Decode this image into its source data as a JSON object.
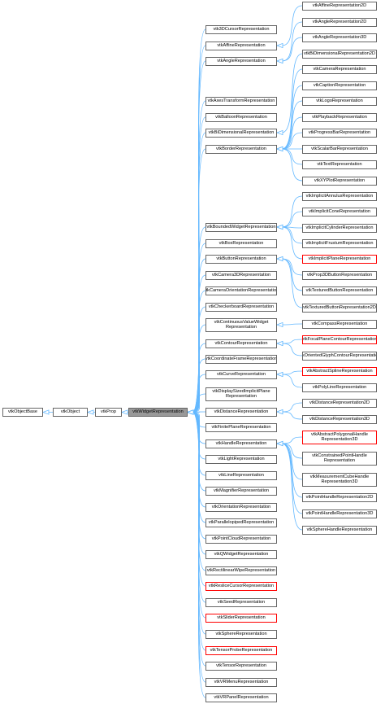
{
  "colors": {
    "edge": "#63b8ff",
    "box_border": "#666666",
    "highlight_fill": "#999999",
    "truncated_border": "#ff0000"
  },
  "nodes": [
    {
      "id": "vtkObjectBase",
      "label": "vtkObjectBase"
    },
    {
      "id": "vtkObject",
      "label": "vtkObject"
    },
    {
      "id": "vtkProp",
      "label": "vtkProp"
    },
    {
      "id": "vtkWidgetRepresentation",
      "label": "vtkWidgetRepresentation",
      "highlight": true
    },
    {
      "id": "vtk3DCursorRepresentation",
      "label": "vtk3DCursorRepresentation"
    },
    {
      "id": "vtkAffineRepresentation",
      "label": "vtkAffineRepresentation"
    },
    {
      "id": "vtkAngleRepresentation",
      "label": "vtkAngleRepresentation"
    },
    {
      "id": "vtkAxesTransformRepresentation",
      "label": "vtkAxesTransformRepresentation"
    },
    {
      "id": "vtkBalloonRepresentation",
      "label": "vtkBalloonRepresentation"
    },
    {
      "id": "vtkBiDimensionalRepresentation",
      "label": "vtkBiDimensionalRepresentation"
    },
    {
      "id": "vtkBorderRepresentation",
      "label": "vtkBorderRepresentation"
    },
    {
      "id": "vtkBoundedWidgetRepresentation",
      "label": "vtkBoundedWidgetRepresentation"
    },
    {
      "id": "vtkBoxRepresentation",
      "label": "vtkBoxRepresentation"
    },
    {
      "id": "vtkButtonRepresentation",
      "label": "vtkButtonRepresentation"
    },
    {
      "id": "vtkCamera3DRepresentation",
      "label": "vtkCamera3DRepresentation"
    },
    {
      "id": "vtkCameraOrientationRepresentation",
      "label": "vtkCameraOrientationRepresentation"
    },
    {
      "id": "vtkCheckerboardRepresentation",
      "label": "vtkCheckerboardRepresentation"
    },
    {
      "id": "vtkContinuousValueWidgetRepresentation",
      "label": "vtkContinuousValueWidget Representation"
    },
    {
      "id": "vtkContourRepresentation",
      "label": "vtkContourRepresentation"
    },
    {
      "id": "vtkCoordinateFrameRepresentation",
      "label": "vtkCoordinateFrameRepresentation"
    },
    {
      "id": "vtkCurveRepresentation",
      "label": "vtkCurveRepresentation"
    },
    {
      "id": "vtkDisplaySizedImplicitPlaneRepresentation",
      "label": "vtkDisplaySizedImplicitPlane Representation"
    },
    {
      "id": "vtkDistanceRepresentation",
      "label": "vtkDistanceRepresentation"
    },
    {
      "id": "vtkFinitePlaneRepresentation",
      "label": "vtkFinitePlaneRepresentation"
    },
    {
      "id": "vtkHandleRepresentation",
      "label": "vtkHandleRepresentation"
    },
    {
      "id": "vtkLightRepresentation",
      "label": "vtkLightRepresentation"
    },
    {
      "id": "vtkLineRepresentation",
      "label": "vtkLineRepresentation"
    },
    {
      "id": "vtkMagnifierRepresentation",
      "label": "vtkMagnifierRepresentation"
    },
    {
      "id": "vtkOrientationRepresentation",
      "label": "vtkOrientationRepresentation"
    },
    {
      "id": "vtkParallelopipedRepresentation",
      "label": "vtkParallelopipedRepresentation"
    },
    {
      "id": "vtkPointCloudRepresentation",
      "label": "vtkPointCloudRepresentation"
    },
    {
      "id": "vtkQWidgetRepresentation",
      "label": "vtkQWidgetRepresentation"
    },
    {
      "id": "vtkRectilinearWipeRepresentation",
      "label": "vtkRectilinearWipeRepresentation"
    },
    {
      "id": "vtkResliceCursorRepresentation",
      "label": "vtkResliceCursorRepresentation",
      "truncated": true
    },
    {
      "id": "vtkSeedRepresentation",
      "label": "vtkSeedRepresentation"
    },
    {
      "id": "vtkSliderRepresentation",
      "label": "vtkSliderRepresentation",
      "truncated": true
    },
    {
      "id": "vtkSphereRepresentation",
      "label": "vtkSphereRepresentation"
    },
    {
      "id": "vtkTensorProbeRepresentation",
      "label": "vtkTensorProbeRepresentation",
      "truncated": true
    },
    {
      "id": "vtkTensorRepresentation",
      "label": "vtkTensorRepresentation"
    },
    {
      "id": "vtkVRMenuRepresentation",
      "label": "vtkVRMenuRepresentation"
    },
    {
      "id": "vtkVRPanelRepresentation",
      "label": "vtkVRPanelRepresentation"
    },
    {
      "id": "vtkAffineRepresentation2D",
      "label": "vtkAffineRepresentation2D"
    },
    {
      "id": "vtkAngleRepresentation2D",
      "label": "vtkAngleRepresentation2D"
    },
    {
      "id": "vtkAngleRepresentation3D",
      "label": "vtkAngleRepresentation3D"
    },
    {
      "id": "vtkBiDimensionalRepresentation2D",
      "label": "vtkBiDimensionalRepresentation2D"
    },
    {
      "id": "vtkCameraRepresentation",
      "label": "vtkCameraRepresentation"
    },
    {
      "id": "vtkCaptionRepresentation",
      "label": "vtkCaptionRepresentation"
    },
    {
      "id": "vtkLogoRepresentation",
      "label": "vtkLogoRepresentation"
    },
    {
      "id": "vtkPlaybackRepresentation",
      "label": "vtkPlaybackRepresentation"
    },
    {
      "id": "vtkProgressBarRepresentation",
      "label": "vtkProgressBarRepresentation"
    },
    {
      "id": "vtkScalarBarRepresentation",
      "label": "vtkScalarBarRepresentation"
    },
    {
      "id": "vtkTextRepresentation",
      "label": "vtkTextRepresentation"
    },
    {
      "id": "vtkXYPlotRepresentation",
      "label": "vtkXYPlotRepresentation"
    },
    {
      "id": "vtkImplicitAnnulusRepresentation",
      "label": "vtkImplicitAnnulusRepresentation"
    },
    {
      "id": "vtkImplicitConeRepresentation",
      "label": "vtkImplicitConeRepresentation"
    },
    {
      "id": "vtkImplicitCylinderRepresentation",
      "label": "vtkImplicitCylinderRepresentation"
    },
    {
      "id": "vtkImplicitFrustumRepresentation",
      "label": "vtkImplicitFrustumRepresentation"
    },
    {
      "id": "vtkImplicitPlaneRepresentation",
      "label": "vtkImplicitPlaneRepresentation",
      "truncated": true
    },
    {
      "id": "vtkProp3DButtonRepresentation",
      "label": "vtkProp3DButtonRepresentation"
    },
    {
      "id": "vtkTexturedButtonRepresentation",
      "label": "vtkTexturedButtonRepresentation"
    },
    {
      "id": "vtkTexturedButtonRepresentation2D",
      "label": "vtkTexturedButtonRepresentation2D"
    },
    {
      "id": "vtkCompassRepresentation",
      "label": "vtkCompassRepresentation"
    },
    {
      "id": "vtkFocalPlaneContourRepresentation",
      "label": "vtkFocalPlaneContourRepresentation",
      "truncated": true
    },
    {
      "id": "vtkOrientedGlyphContourRepresentation",
      "label": "vtkOrientedGlyphContourRepresentation"
    },
    {
      "id": "vtkAbstractSplineRepresentation",
      "label": "vtkAbstractSplineRepresentation",
      "truncated": true
    },
    {
      "id": "vtkPolyLineRepresentation",
      "label": "vtkPolyLineRepresentation"
    },
    {
      "id": "vtkDistanceRepresentation2D",
      "label": "vtkDistanceRepresentation2D"
    },
    {
      "id": "vtkDistanceRepresentation3D",
      "label": "vtkDistanceRepresentation3D"
    },
    {
      "id": "vtkAbstractPolygonalHandleRepresentation3D",
      "label": "vtkAbstractPolygonalHandle Representation3D",
      "truncated": true
    },
    {
      "id": "vtkConstrainedPointHandleRepresentation",
      "label": "vtkConstrainedPointHandle Representation"
    },
    {
      "id": "vtkMeasurementCubeHandleRepresentation3D",
      "label": "vtkMeasurementCubeHandle Representation3D"
    },
    {
      "id": "vtkPointHandleRepresentation2D",
      "label": "vtkPointHandleRepresentation2D"
    },
    {
      "id": "vtkPointHandleRepresentation3D",
      "label": "vtkPointHandleRepresentation3D"
    },
    {
      "id": "vtkSphereHandleRepresentation",
      "label": "vtkSphereHandleRepresentation"
    }
  ],
  "edges": [
    [
      "vtkObjectBase",
      "vtkObject"
    ],
    [
      "vtkObject",
      "vtkProp"
    ],
    [
      "vtkProp",
      "vtkWidgetRepresentation"
    ],
    [
      "vtkWidgetRepresentation",
      "vtk3DCursorRepresentation"
    ],
    [
      "vtkWidgetRepresentation",
      "vtkAffineRepresentation"
    ],
    [
      "vtkWidgetRepresentation",
      "vtkAngleRepresentation"
    ],
    [
      "vtkWidgetRepresentation",
      "vtkAxesTransformRepresentation"
    ],
    [
      "vtkWidgetRepresentation",
      "vtkBalloonRepresentation"
    ],
    [
      "vtkWidgetRepresentation",
      "vtkBiDimensionalRepresentation"
    ],
    [
      "vtkWidgetRepresentation",
      "vtkBorderRepresentation"
    ],
    [
      "vtkWidgetRepresentation",
      "vtkBoundedWidgetRepresentation"
    ],
    [
      "vtkWidgetRepresentation",
      "vtkBoxRepresentation"
    ],
    [
      "vtkWidgetRepresentation",
      "vtkButtonRepresentation"
    ],
    [
      "vtkWidgetRepresentation",
      "vtkCamera3DRepresentation"
    ],
    [
      "vtkWidgetRepresentation",
      "vtkCameraOrientationRepresentation"
    ],
    [
      "vtkWidgetRepresentation",
      "vtkCheckerboardRepresentation"
    ],
    [
      "vtkWidgetRepresentation",
      "vtkContinuousValueWidgetRepresentation"
    ],
    [
      "vtkWidgetRepresentation",
      "vtkContourRepresentation"
    ],
    [
      "vtkWidgetRepresentation",
      "vtkCoordinateFrameRepresentation"
    ],
    [
      "vtkWidgetRepresentation",
      "vtkCurveRepresentation"
    ],
    [
      "vtkWidgetRepresentation",
      "vtkDisplaySizedImplicitPlaneRepresentation"
    ],
    [
      "vtkWidgetRepresentation",
      "vtkDistanceRepresentation"
    ],
    [
      "vtkWidgetRepresentation",
      "vtkFinitePlaneRepresentation"
    ],
    [
      "vtkWidgetRepresentation",
      "vtkHandleRepresentation"
    ],
    [
      "vtkWidgetRepresentation",
      "vtkLightRepresentation"
    ],
    [
      "vtkWidgetRepresentation",
      "vtkLineRepresentation"
    ],
    [
      "vtkWidgetRepresentation",
      "vtkMagnifierRepresentation"
    ],
    [
      "vtkWidgetRepresentation",
      "vtkOrientationRepresentation"
    ],
    [
      "vtkWidgetRepresentation",
      "vtkParallelopipedRepresentation"
    ],
    [
      "vtkWidgetRepresentation",
      "vtkPointCloudRepresentation"
    ],
    [
      "vtkWidgetRepresentation",
      "vtkQWidgetRepresentation"
    ],
    [
      "vtkWidgetRepresentation",
      "vtkRectilinearWipeRepresentation"
    ],
    [
      "vtkWidgetRepresentation",
      "vtkResliceCursorRepresentation"
    ],
    [
      "vtkWidgetRepresentation",
      "vtkSeedRepresentation"
    ],
    [
      "vtkWidgetRepresentation",
      "vtkSliderRepresentation"
    ],
    [
      "vtkWidgetRepresentation",
      "vtkSphereRepresentation"
    ],
    [
      "vtkWidgetRepresentation",
      "vtkTensorProbeRepresentation"
    ],
    [
      "vtkWidgetRepresentation",
      "vtkTensorRepresentation"
    ],
    [
      "vtkWidgetRepresentation",
      "vtkVRMenuRepresentation"
    ],
    [
      "vtkWidgetRepresentation",
      "vtkVRPanelRepresentation"
    ],
    [
      "vtkAffineRepresentation",
      "vtkAffineRepresentation2D"
    ],
    [
      "vtkAngleRepresentation",
      "vtkAngleRepresentation2D"
    ],
    [
      "vtkAngleRepresentation",
      "vtkAngleRepresentation3D"
    ],
    [
      "vtkBiDimensionalRepresentation",
      "vtkBiDimensionalRepresentation2D"
    ],
    [
      "vtkBorderRepresentation",
      "vtkCameraRepresentation"
    ],
    [
      "vtkBorderRepresentation",
      "vtkCaptionRepresentation"
    ],
    [
      "vtkBorderRepresentation",
      "vtkLogoRepresentation"
    ],
    [
      "vtkBorderRepresentation",
      "vtkPlaybackRepresentation"
    ],
    [
      "vtkBorderRepresentation",
      "vtkProgressBarRepresentation"
    ],
    [
      "vtkBorderRepresentation",
      "vtkScalarBarRepresentation"
    ],
    [
      "vtkBorderRepresentation",
      "vtkTextRepresentation"
    ],
    [
      "vtkBorderRepresentation",
      "vtkXYPlotRepresentation"
    ],
    [
      "vtkBoundedWidgetRepresentation",
      "vtkImplicitAnnulusRepresentation"
    ],
    [
      "vtkBoundedWidgetRepresentation",
      "vtkImplicitConeRepresentation"
    ],
    [
      "vtkBoundedWidgetRepresentation",
      "vtkImplicitCylinderRepresentation"
    ],
    [
      "vtkBoundedWidgetRepresentation",
      "vtkImplicitFrustumRepresentation"
    ],
    [
      "vtkBoundedWidgetRepresentation",
      "vtkImplicitPlaneRepresentation"
    ],
    [
      "vtkButtonRepresentation",
      "vtkProp3DButtonRepresentation"
    ],
    [
      "vtkButtonRepresentation",
      "vtkTexturedButtonRepresentation"
    ],
    [
      "vtkButtonRepresentation",
      "vtkTexturedButtonRepresentation2D"
    ],
    [
      "vtkContinuousValueWidgetRepresentation",
      "vtkCompassRepresentation"
    ],
    [
      "vtkContourRepresentation",
      "vtkFocalPlaneContourRepresentation"
    ],
    [
      "vtkContourRepresentation",
      "vtkOrientedGlyphContourRepresentation"
    ],
    [
      "vtkCurveRepresentation",
      "vtkAbstractSplineRepresentation"
    ],
    [
      "vtkCurveRepresentation",
      "vtkPolyLineRepresentation"
    ],
    [
      "vtkDistanceRepresentation",
      "vtkDistanceRepresentation2D"
    ],
    [
      "vtkDistanceRepresentation",
      "vtkDistanceRepresentation3D"
    ],
    [
      "vtkHandleRepresentation",
      "vtkAbstractPolygonalHandleRepresentation3D"
    ],
    [
      "vtkHandleRepresentation",
      "vtkConstrainedPointHandleRepresentation"
    ],
    [
      "vtkHandleRepresentation",
      "vtkMeasurementCubeHandleRepresentation3D"
    ],
    [
      "vtkHandleRepresentation",
      "vtkPointHandleRepresentation2D"
    ],
    [
      "vtkHandleRepresentation",
      "vtkPointHandleRepresentation3D"
    ],
    [
      "vtkHandleRepresentation",
      "vtkSphereHandleRepresentation"
    ]
  ]
}
